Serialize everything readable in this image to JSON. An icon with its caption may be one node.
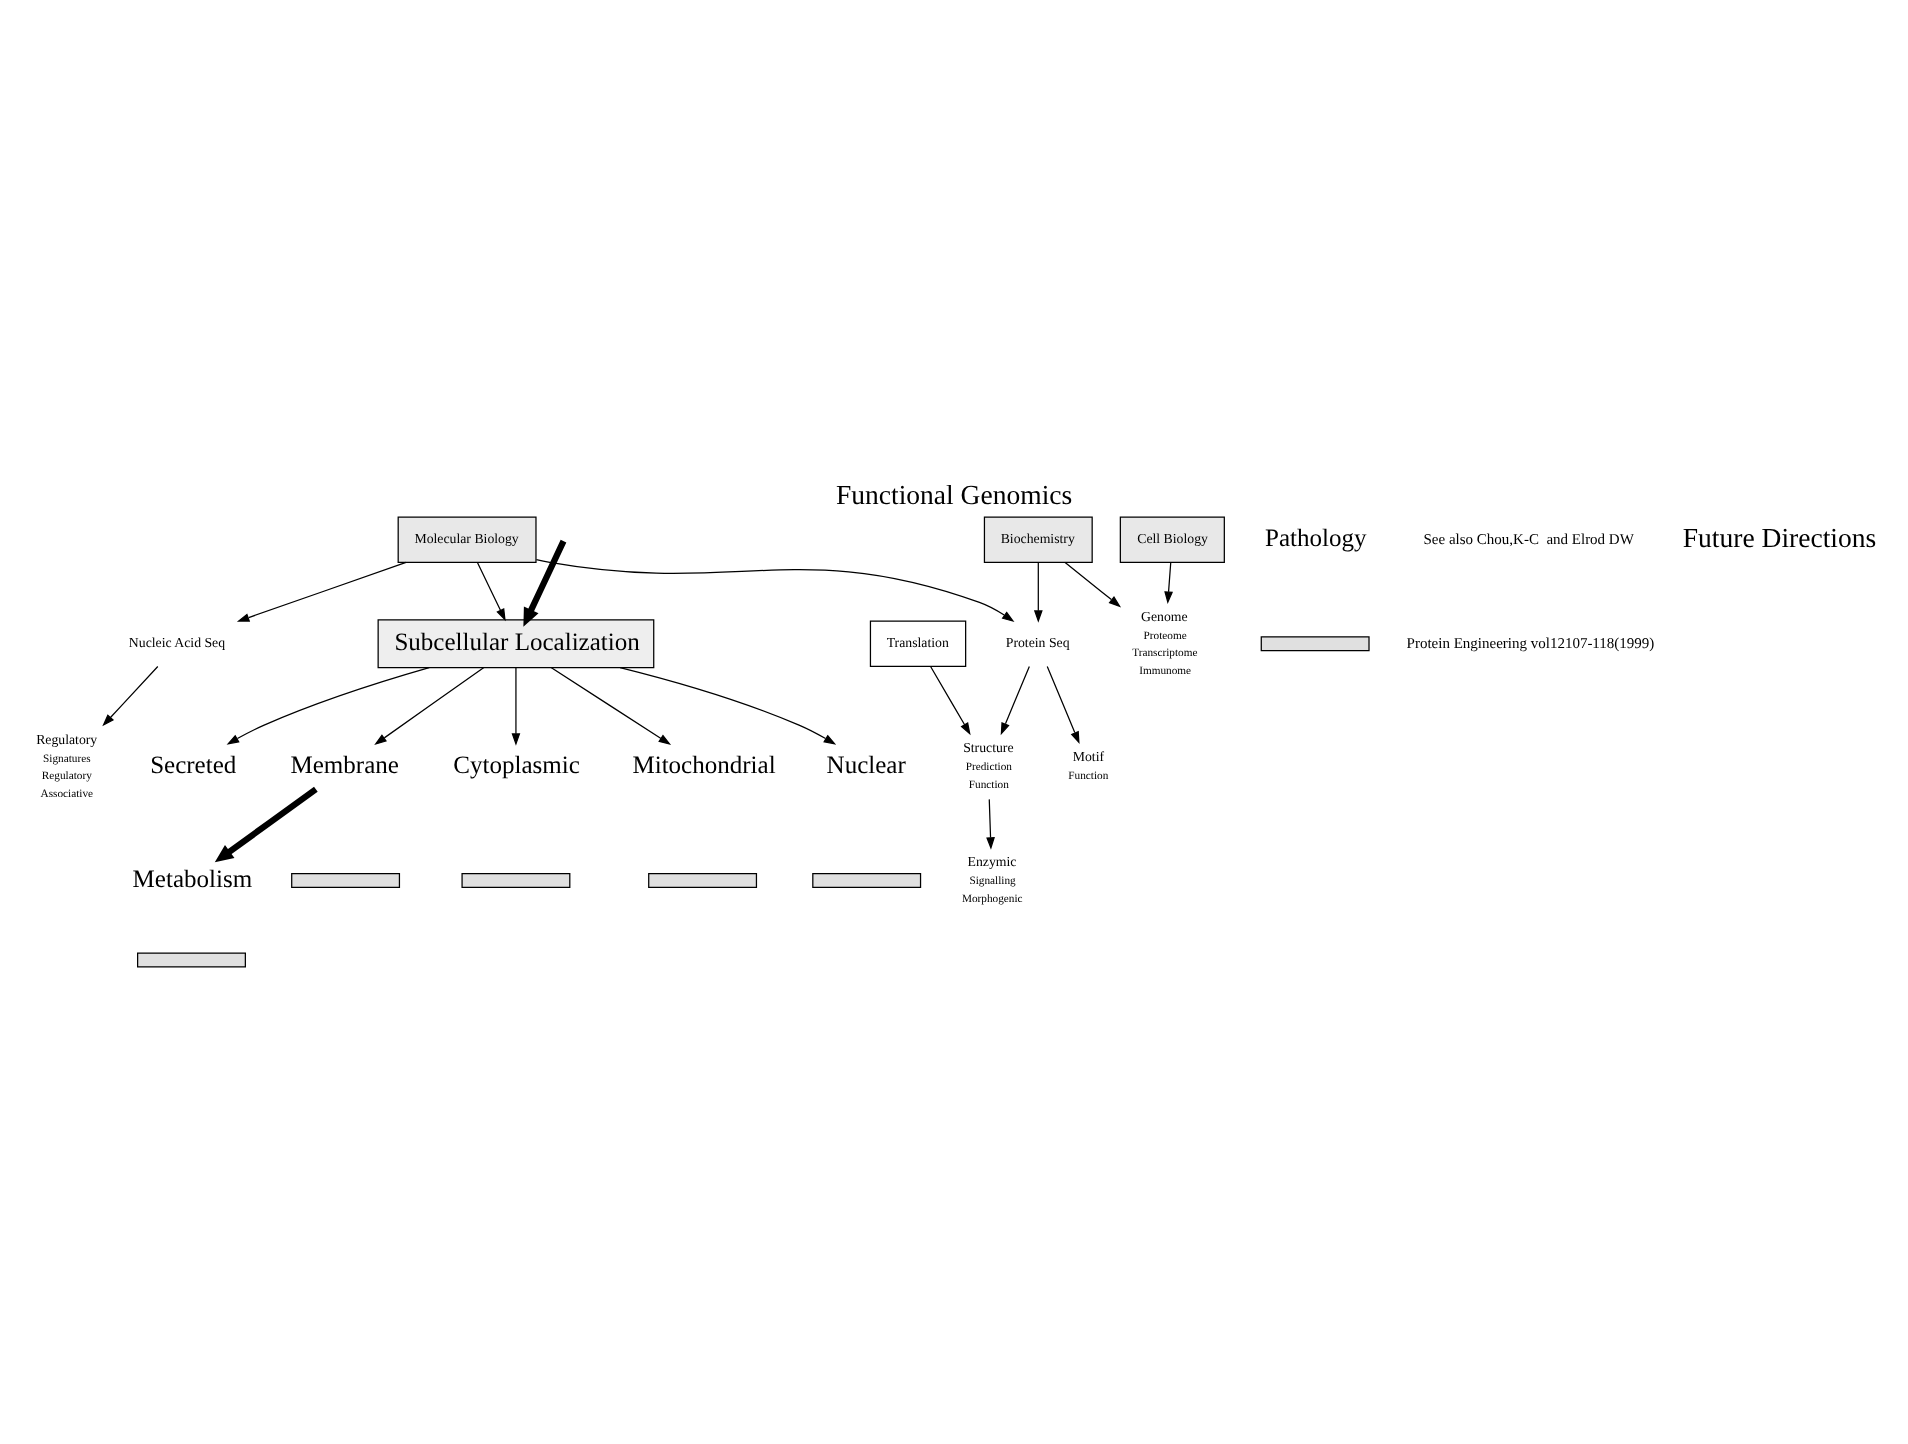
{
  "diagram": {
    "title": "Functional Genomics",
    "nodes": [
      {
        "text": [
          "Molecular Biology"
        ]
      },
      {
        "text": [
          "Biochemistry"
        ]
      },
      {
        "text": [
          "Cell Biology"
        ]
      },
      {
        "text": [
          "Nucleic Acid Seq"
        ]
      },
      {
        "text": [
          "Regulatory"
        ],
        "beside": [
          "Signatures",
          "Regulatory",
          "Associative"
        ]
      },
      {
        "text": [
          "Translation"
        ]
      },
      {
        "text": [
          "Protein Seq"
        ]
      },
      {
        "text": [
          "Motif"
        ],
        "beside": [
          "Function"
        ]
      },
      {
        "text": [
          "Structure"
        ],
        "beside": [
          "Prediction",
          "Function"
        ]
      },
      {
        "text": [
          "Enzymic"
        ],
        "beside": [
          "Signalling",
          "Morphogenic"
        ]
      },
      {
        "text": [
          "Genome"
        ],
        "beside": [
          "Proteome",
          "Transcriptome",
          "Immunome"
        ]
      },
      {
        "text": [
          "Subcellular Localization"
        ]
      },
      {
        "text": [
          "Secreted"
        ]
      },
      {
        "text": [
          "Membrane"
        ]
      },
      {
        "text": [
          "Cytoplasmic"
        ]
      },
      {
        "text": [
          "Mitochondrial"
        ]
      },
      {
        "text": [
          "Nuclear"
        ]
      },
      {
        "text": [],
        "shape": "box"
      },
      {
        "text": [],
        "shape": "box"
      },
      {
        "text": [],
        "shape": "box"
      },
      {
        "text": [],
        "shape": "box"
      },
      {
        "text": [
          "Metabolism"
        ]
      },
      {
        "text": [
          "Pathology"
        ]
      },
      {
        "text": [],
        "shape": "box"
      },
      {
        "text": [],
        "shape": "box"
      }
    ],
    "edges": [
      {
        "from": 0,
        "to": 3,
        "arrow": "to"
      },
      {
        "from": 3,
        "to": 4,
        "arrow": "to"
      },
      {
        "from": 0,
        "to": 6,
        "arrow": "to"
      },
      {
        "from": 1,
        "to": 6,
        "arrow": "to"
      },
      {
        "from": 1,
        "to": 10,
        "arrow": "to"
      },
      {
        "from": 2,
        "to": 10,
        "arrow": "to"
      },
      {
        "from": 5,
        "to": 8,
        "arrow": "to"
      },
      {
        "from": 6,
        "to": 7,
        "arrow": "to"
      },
      {
        "from": 6,
        "to": 8,
        "arrow": "to"
      },
      {
        "from": 8,
        "to": 9,
        "arrow": "to"
      },
      {
        "from": 0,
        "to": 11,
        "arrow": "to"
      },
      {
        "from": null,
        "to": 11,
        "arrow": "to",
        "style": "thick"
      },
      {
        "from": 11,
        "to": 12,
        "arrow": "to"
      },
      {
        "from": 11,
        "to": 13,
        "arrow": "to"
      },
      {
        "from": 11,
        "to": 14,
        "arrow": "to"
      },
      {
        "from": 11,
        "to": 15,
        "arrow": "to"
      },
      {
        "from": 11,
        "to": 16,
        "arrow": "to"
      },
      {
        "from": 13,
        "to": 21,
        "arrow": "to",
        "style": "thick"
      }
    ],
    "labels": [
      "See also Chou,K-C  and Elrod DW",
      "Protein Engineering vol12107-118(1999)",
      "Future Directions"
    ]
  }
}
